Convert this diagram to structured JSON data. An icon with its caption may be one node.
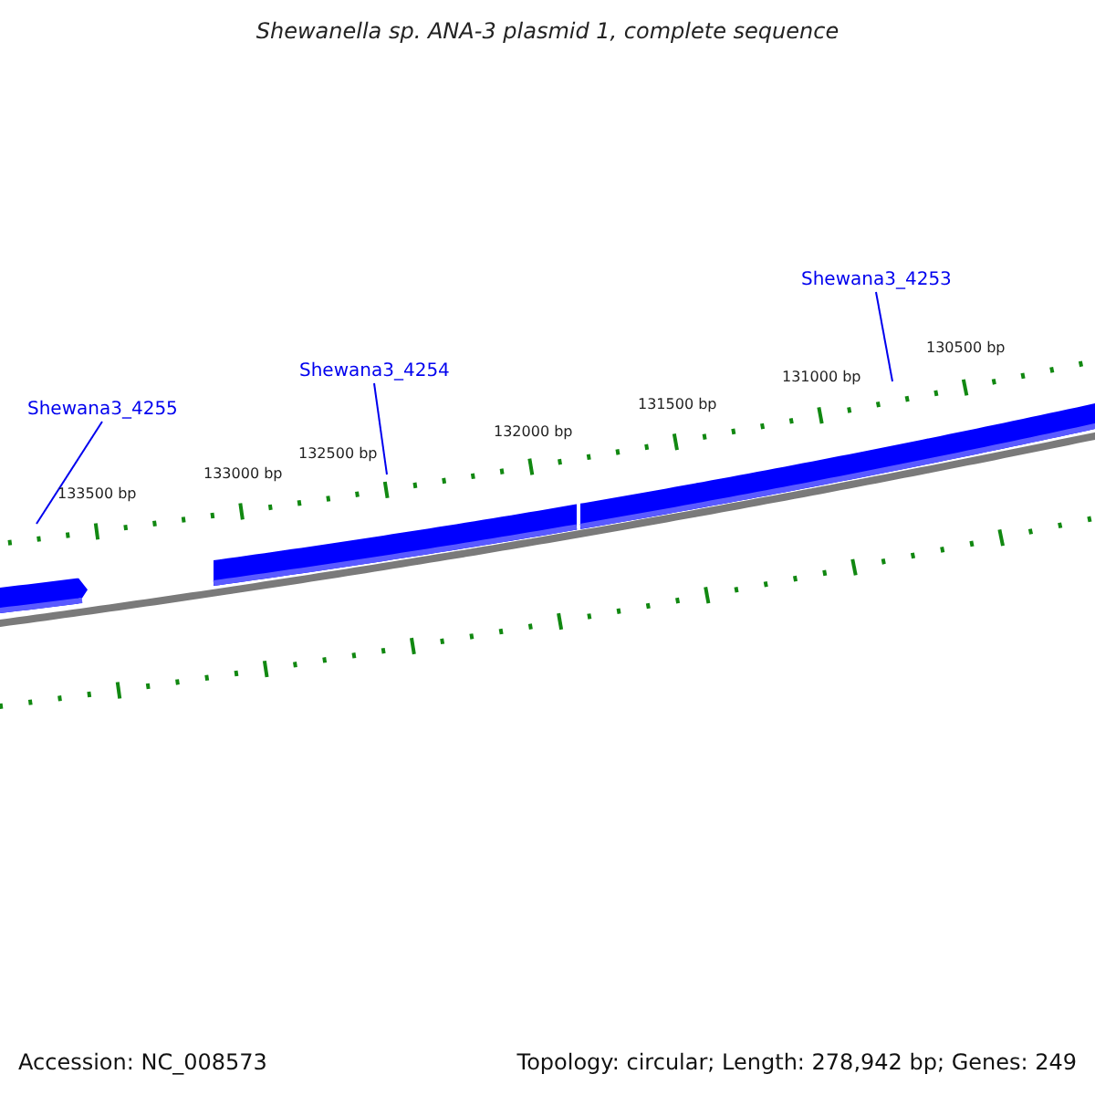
{
  "diagram": {
    "title": "Shewanella sp. ANA-3 plasmid 1, complete sequence",
    "nodes": [
      {
        "text": [
          "Shewana3_4253"
        ]
      },
      {
        "text": [
          "Shewana3_4254"
        ]
      },
      {
        "text": [
          "Shewana3_4255"
        ]
      }
    ],
    "edges": [
      {
        "from": 0,
        "to": null,
        "arrow": "none"
      },
      {
        "from": 1,
        "to": null,
        "arrow": "none"
      },
      {
        "from": 2,
        "to": null,
        "arrow": "none"
      }
    ],
    "labels": [
      "130500 bp",
      "131000 bp",
      "131500 bp",
      "132000 bp",
      "132500 bp",
      "133000 bp",
      "133500 bp",
      "Accession: NC_008573",
      "Topology: circular; Length: 278,942 bp; Genes: 249"
    ]
  }
}
